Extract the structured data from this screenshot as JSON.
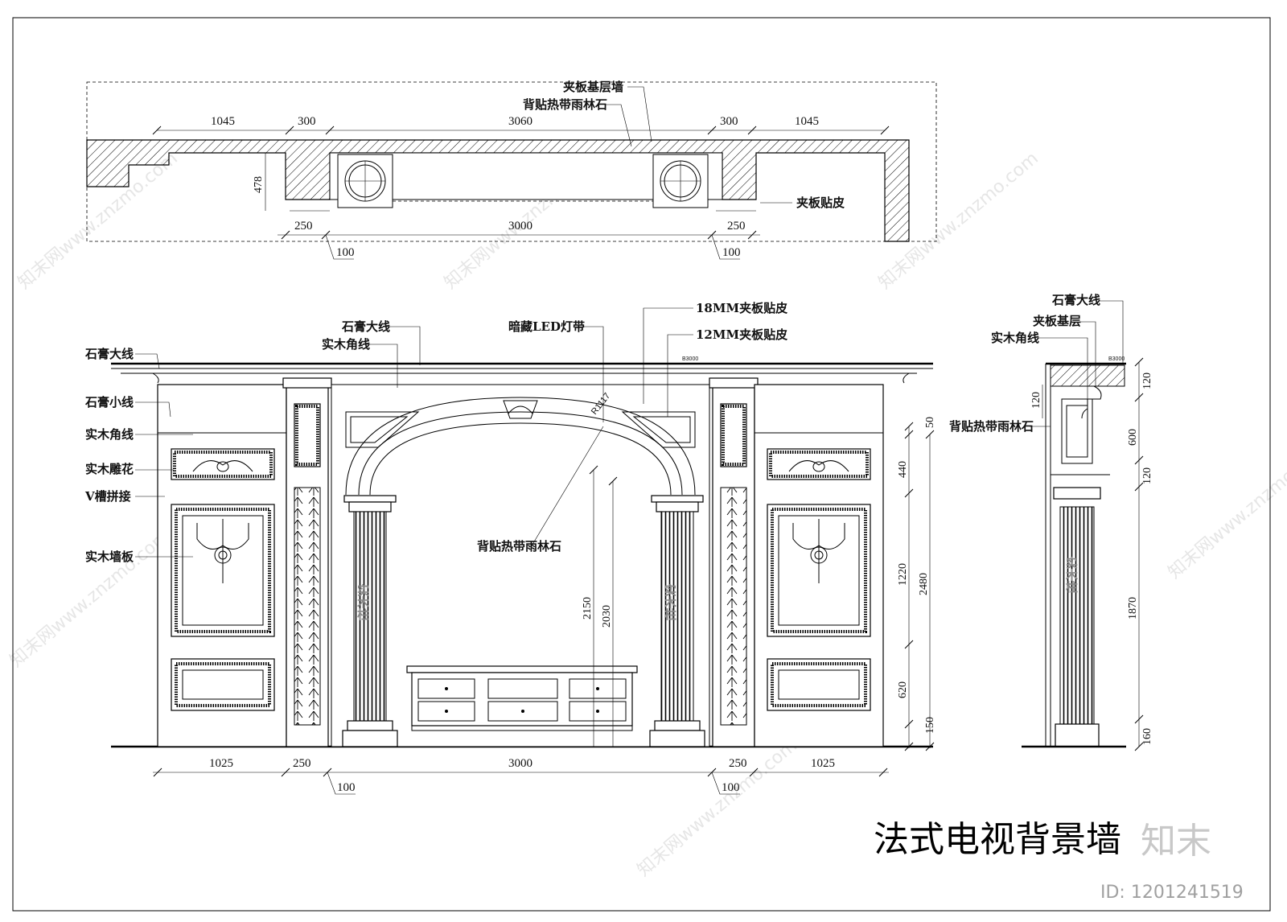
{
  "title": "法式电视背景墙",
  "brand": "知末",
  "image_id": "ID: 1201241519",
  "watermark": "知末网www.znzmo.com",
  "plan": {
    "labels": {
      "base_wall": "夹板基层墙",
      "back_stone_1": "背贴热带雨林石",
      "veneer": "夹板贴皮"
    },
    "dims_top": [
      "1045",
      "300",
      "3060",
      "300",
      "1045"
    ],
    "dims_bottom": [
      "250",
      "3000",
      "250"
    ],
    "dims_offset": [
      "100",
      "100"
    ],
    "dim_depth": "478"
  },
  "elevation": {
    "labels_left": [
      "石膏大线",
      "石膏小线",
      "实木角线",
      "实木雕花",
      "V槽拼接",
      "实木墙板"
    ],
    "label_plaster_top": "石膏大线",
    "label_wood_corner_top": "实木角线",
    "label_led": "暗藏LED灯带",
    "label_18mm": "18MM夹板贴皮",
    "label_12mm": "12MM夹板贴皮",
    "label_back_stone": "背贴热带雨林石",
    "column_text": "实木柱",
    "arch_radius": "R1117",
    "cornice_tag": "B3000",
    "dims_bottom": [
      "1025",
      "250",
      "3000",
      "250",
      "1025"
    ],
    "dims_offset": [
      "100",
      "100"
    ],
    "dims_right": [
      "50",
      "440",
      "1220",
      "620",
      "150"
    ],
    "dim_total": "2480",
    "dim_h1": "2150",
    "dim_h2": "2030"
  },
  "section": {
    "labels": [
      "石膏大线",
      "夹板基层",
      "实木角线",
      "背贴热带雨林石"
    ],
    "cornice_tag": "B3000",
    "dims_right": [
      "120",
      "120",
      "600",
      "120",
      "1870",
      "160"
    ],
    "column_text": "实木柱"
  }
}
